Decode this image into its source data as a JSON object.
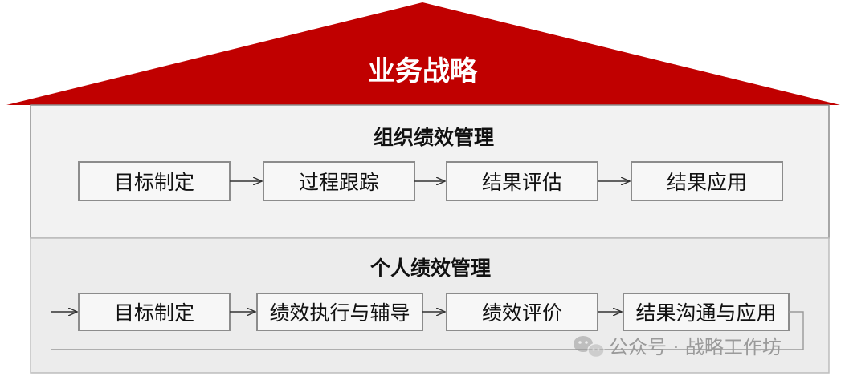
{
  "roof": {
    "title": "业务战略",
    "color": "#c00000"
  },
  "org": {
    "title": "组织绩效管理",
    "steps": [
      "目标制定",
      "过程跟踪",
      "结果评估",
      "结果应用"
    ]
  },
  "personal": {
    "title": "个人绩效管理",
    "steps": [
      "目标制定",
      "绩效执行与辅导",
      "绩效评价",
      "结果沟通与应用"
    ]
  },
  "watermark": {
    "text": "公众号 · 战略工作坊",
    "icon": "wechat-icon"
  },
  "colors": {
    "panel_top": "#f2f2f2",
    "panel_bottom": "#ececec",
    "border": "#8c8c8c"
  }
}
